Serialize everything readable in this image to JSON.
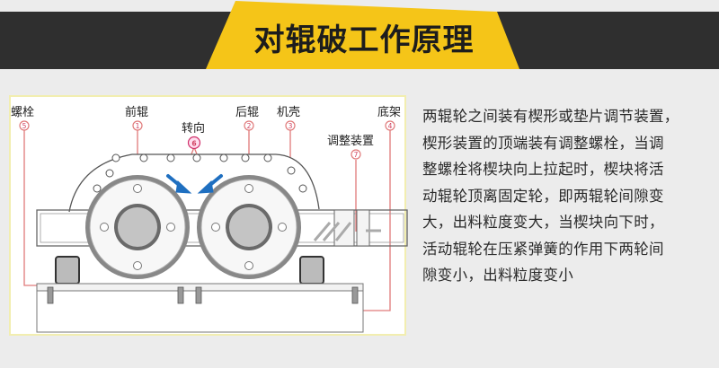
{
  "header": {
    "title": "对辊破工作原理",
    "colors": {
      "bar": "#2f2f2f",
      "accent": "#f5c518"
    }
  },
  "diagram": {
    "labels": [
      {
        "id": "bolt",
        "text": "螺栓",
        "number": "5"
      },
      {
        "id": "front-roller",
        "text": "前辊",
        "number": "1"
      },
      {
        "id": "rotation",
        "text": "转向",
        "number": "6"
      },
      {
        "id": "rear-roller",
        "text": "后辊",
        "number": "2"
      },
      {
        "id": "housing",
        "text": "机壳",
        "number": "3"
      },
      {
        "id": "adjuster",
        "text": "调整装置",
        "number": "7"
      },
      {
        "id": "frame",
        "text": "底架",
        "number": "4"
      }
    ],
    "leader_color": "#e07a7a",
    "arrow_color": "#1f6fc0"
  },
  "description": {
    "lines": [
      "两辊轮之间装有楔形或垫片调节装置，",
      "楔形装置的顶端装有调整螺栓，当调",
      "整螺栓将楔块向上拉起时，楔块将活",
      "动辊轮顶离固定轮，即两辊轮间隙变",
      "大，出料粒度变大，当楔块向下时，",
      "活动辊轮在压紧弹簧的作用下两轮间",
      "隙变小，出料粒度变小"
    ]
  }
}
